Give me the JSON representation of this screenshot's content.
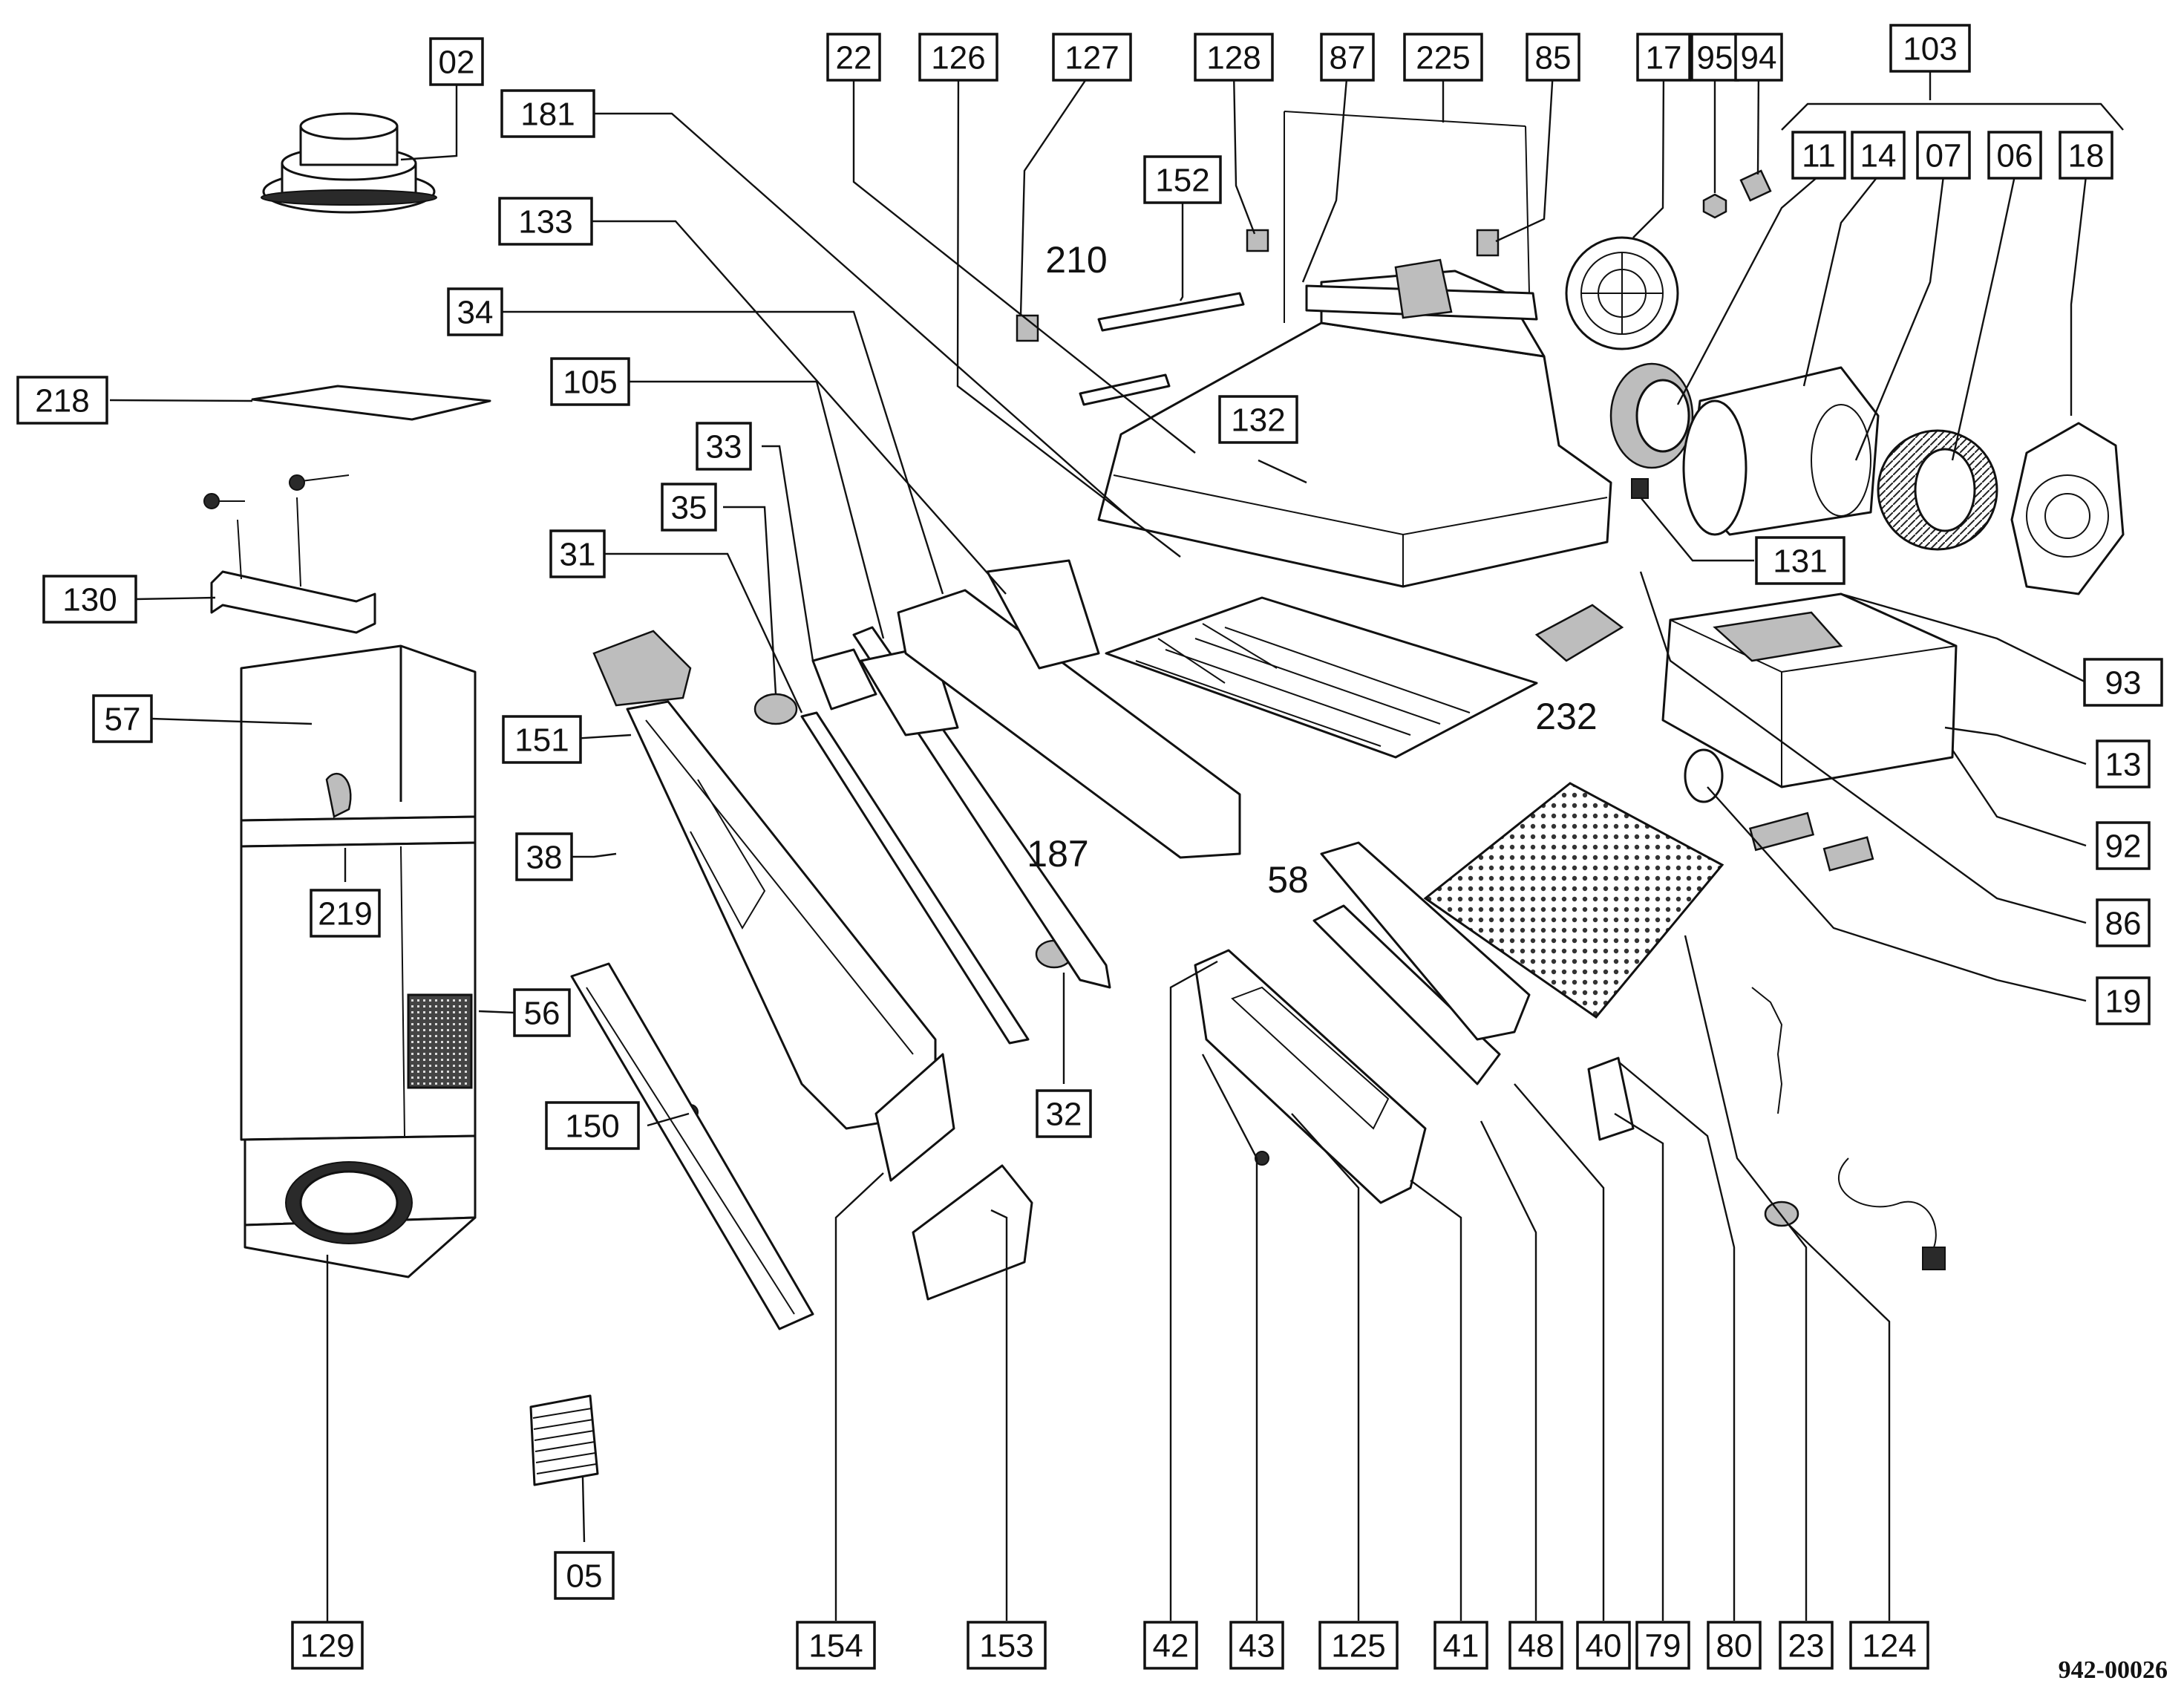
{
  "drawing_number": "942-00026",
  "callouts": [
    {
      "label": "02"
    },
    {
      "label": "218"
    },
    {
      "label": "130"
    },
    {
      "label": "57"
    },
    {
      "label": "219"
    },
    {
      "label": "56"
    },
    {
      "label": "150"
    },
    {
      "label": "129"
    },
    {
      "label": "05"
    },
    {
      "label": "181"
    },
    {
      "label": "133"
    },
    {
      "label": "34"
    },
    {
      "label": "105"
    },
    {
      "label": "33"
    },
    {
      "label": "35"
    },
    {
      "label": "31"
    },
    {
      "label": "151"
    },
    {
      "label": "38"
    },
    {
      "label": "22"
    },
    {
      "label": "126"
    },
    {
      "label": "127"
    },
    {
      "label": "128"
    },
    {
      "label": "87"
    },
    {
      "label": "225"
    },
    {
      "label": "85"
    },
    {
      "label": "17"
    },
    {
      "label": "95"
    },
    {
      "label": "94"
    },
    {
      "label": "103"
    },
    {
      "label": "11"
    },
    {
      "label": "14"
    },
    {
      "label": "07"
    },
    {
      "label": "06"
    },
    {
      "label": "18"
    },
    {
      "label": "152"
    },
    {
      "label": "132"
    },
    {
      "label": "131"
    },
    {
      "label": "93"
    },
    {
      "label": "13"
    },
    {
      "label": "92"
    },
    {
      "label": "86"
    },
    {
      "label": "19"
    },
    {
      "label": "32"
    },
    {
      "label": "154"
    },
    {
      "label": "153"
    },
    {
      "label": "42"
    },
    {
      "label": "43"
    },
    {
      "label": "125"
    },
    {
      "label": "41"
    },
    {
      "label": "48"
    },
    {
      "label": "40"
    },
    {
      "label": "79"
    },
    {
      "label": "80"
    },
    {
      "label": "23"
    },
    {
      "label": "124"
    }
  ],
  "free_labels": [
    {
      "label": "210"
    },
    {
      "label": "187"
    },
    {
      "label": "232"
    },
    {
      "label": "58"
    }
  ]
}
